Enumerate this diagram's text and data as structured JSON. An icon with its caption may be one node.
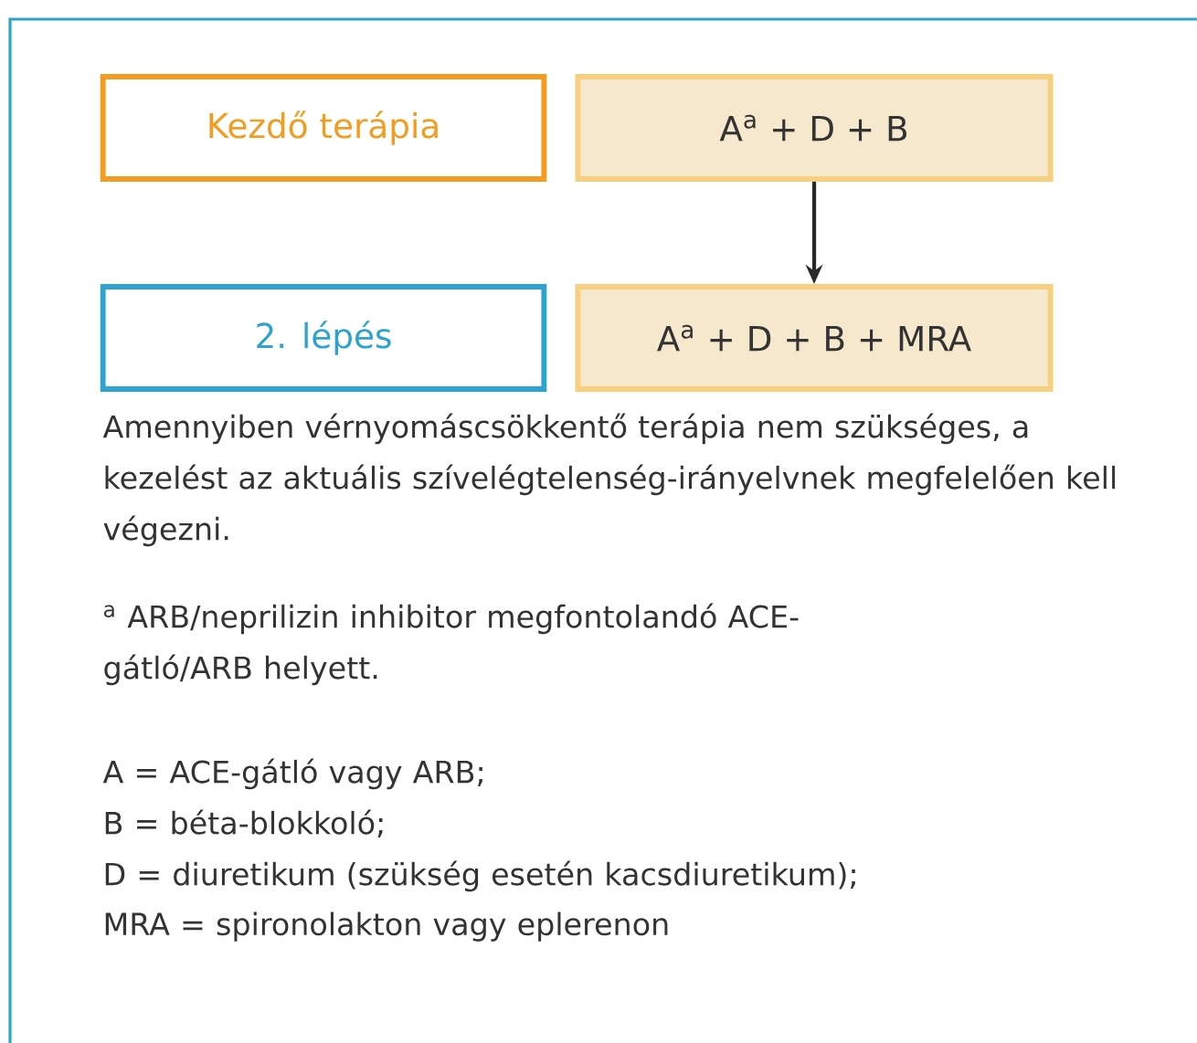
{
  "diagram": {
    "nodes": [
      {
        "text": [
          "Kezdő terápia"
        ]
      },
      {
        "text": [
          "A$^{a}$ + D + B"
        ]
      },
      {
        "text": [
          "2. lépés"
        ]
      },
      {
        "text": [
          "A$^{a}$ + D + B + MRA"
        ]
      }
    ],
    "edges": [
      {
        "from": 1,
        "to": 3,
        "arrow": "to"
      }
    ],
    "labels": [
      "Amennyiben vérnyomáscsökkentő terápia nem szükséges, a kezelést az aktuális szívelégtelenség-irányelvnek megfelelően kell végezni.",
      "$^{a}$ ARB/neprilizin inhibitor megfontolandó ACE-gátló/ARB helyett.",
      "A = ACE-gátló vagy ARB;",
      "B = béta-blokkoló;",
      "D = diuretikum (szükség esetén kacsdiuretikum);",
      "MRA = spironolakton vagy eplerenon"
    ]
  }
}
